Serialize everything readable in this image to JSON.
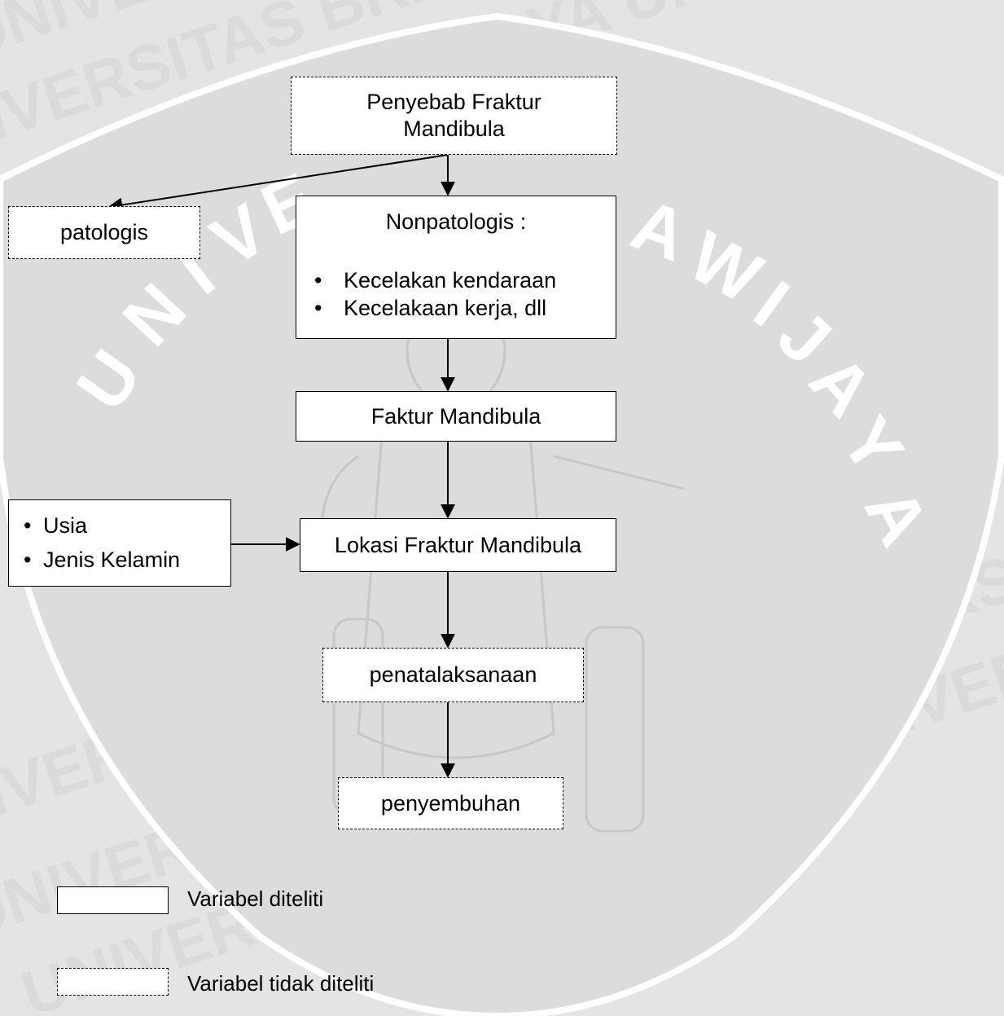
{
  "diagram": {
    "cause": [
      "Penyebab Fraktur",
      "Mandibula"
    ],
    "pathologic": "patologis",
    "nonpathologic": {
      "title": "Nonpatologis :",
      "bullet": "•",
      "items": [
        "Kecelakan kendaraan",
        "Kecelakaan kerja, dll"
      ]
    },
    "fracture": "Faktur Mandibula",
    "factors": {
      "bullet": "•",
      "items": [
        "Usia",
        "Jenis Kelamin"
      ]
    },
    "location": "Lokasi Fraktur Mandibula",
    "treatment": "penatalaksanaan",
    "healing": "penyembuhan"
  },
  "legend": {
    "studied": "Variabel diteliti",
    "not_studied": "Variabel tidak diteliti"
  },
  "watermark": {
    "text": "UNIVERSITAS BRAWIJAYA",
    "color": "#d9d9d9",
    "shield_color": "#d4d4d4"
  }
}
